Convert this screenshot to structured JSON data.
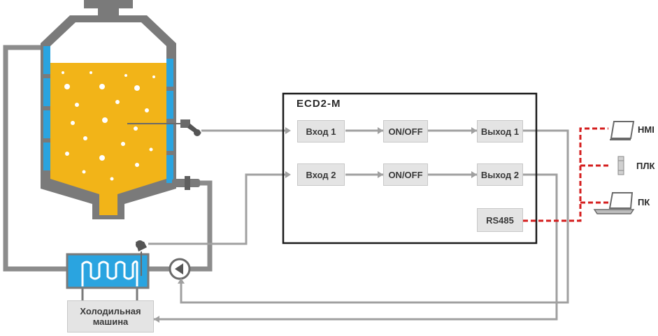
{
  "colors": {
    "pipe": "#8c8c8c",
    "tank_wall": "#7a7a7a",
    "liquid": "#f2b418",
    "jacket": "#2aa4e0",
    "signal_line": "#a0a0a0",
    "bus_line": "#d41e1e",
    "block_fill": "#e4e4e4"
  },
  "controller": {
    "title": "ECD2-M",
    "input1": "Вход 1",
    "input2": "Вход 2",
    "onoff1": "ON/OFF",
    "onoff2": "ON/OFF",
    "output1": "Выход 1",
    "output2": "Выход 2",
    "rs485": "RS485"
  },
  "chiller": {
    "label": "Холодильная машина"
  },
  "devices": {
    "hmi": "HMI",
    "plc": "ПЛК",
    "pc": "ПК"
  },
  "icons": [
    "tank-icon",
    "temperature-sensor-icon",
    "heat-exchanger-icon",
    "pump-icon",
    "monitor-icon",
    "plc-module-icon",
    "laptop-icon"
  ]
}
